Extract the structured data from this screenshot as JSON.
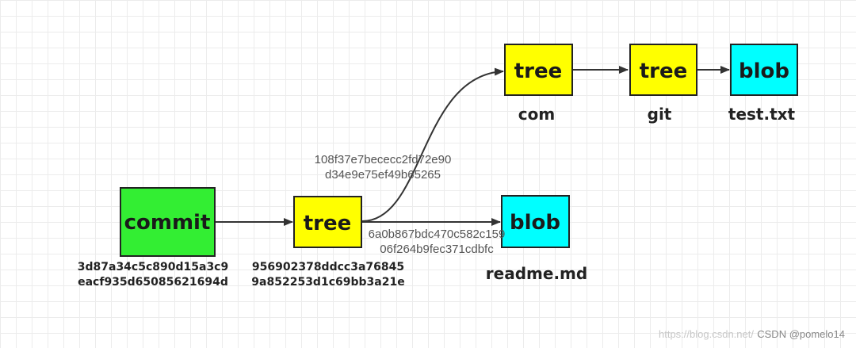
{
  "nodes": {
    "commit": {
      "label": "commit",
      "hash_line1": "3d87a34c5c890d15a3c9",
      "hash_line2": "eacf935d65085621694d"
    },
    "root_tree": {
      "label": "tree",
      "hash_line1": "956902378ddcc3a76845",
      "hash_line2": "9a852253d1c69bb3a21e"
    },
    "com_tree": {
      "label": "tree",
      "caption": "com"
    },
    "git_tree": {
      "label": "tree",
      "caption": "git"
    },
    "test_blob": {
      "label": "blob",
      "caption": "test.txt"
    },
    "readme_blob": {
      "label": "blob",
      "caption": "readme.md"
    }
  },
  "edge_labels": {
    "to_com": {
      "line1": "108f37e7bececc2fd72e90",
      "line2": "d34e9e75ef49b65265"
    },
    "to_readme": {
      "line1": "6a0b867bdc470c582c159",
      "line2": "06f264b9fec371cdbfc"
    }
  },
  "colors": {
    "commit": "#33ee33",
    "tree": "#ffff00",
    "blob": "#00ffff"
  },
  "footer": {
    "watermark": "https://blog.csdn.net/",
    "credit": "CSDN @pomelo14"
  }
}
